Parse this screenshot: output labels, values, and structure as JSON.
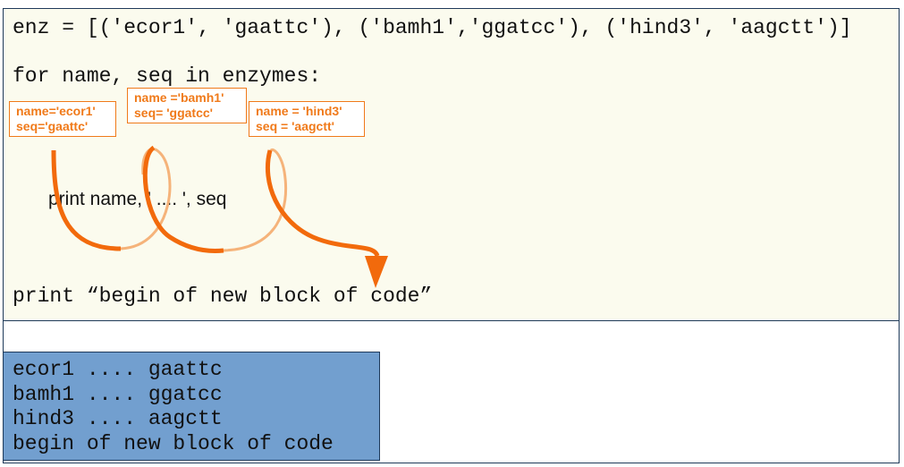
{
  "code": {
    "line1": "enz = [('ecor1', 'gaattc'), ('bamh1','ggatcc'), ('hind3', 'aagctt')]",
    "line2": "for name, seq in enzymes:",
    "body_statement": "print name, ' .... ', seq",
    "last_line": "print “begin of new block of code”"
  },
  "callouts": [
    {
      "line1": "name='ecor1'",
      "line2": "seq='gaattc'"
    },
    {
      "line1": "name ='bamh1'",
      "line2": "seq= 'ggatcc'"
    },
    {
      "line1": "name = 'hind3'",
      "line2": "seq = 'aagctt'"
    }
  ],
  "output": {
    "lines": [
      "ecor1 .... gaattc",
      "bamh1 .... ggatcc",
      "hind3 .... aagctt",
      "begin of new block of code"
    ]
  },
  "colors": {
    "callout_orange": "#f07a1a",
    "arrow_dark": "#f26a0c",
    "arrow_light": "#f5b37a",
    "output_bg": "#729fcf",
    "code_bg": "#fbfbee"
  }
}
